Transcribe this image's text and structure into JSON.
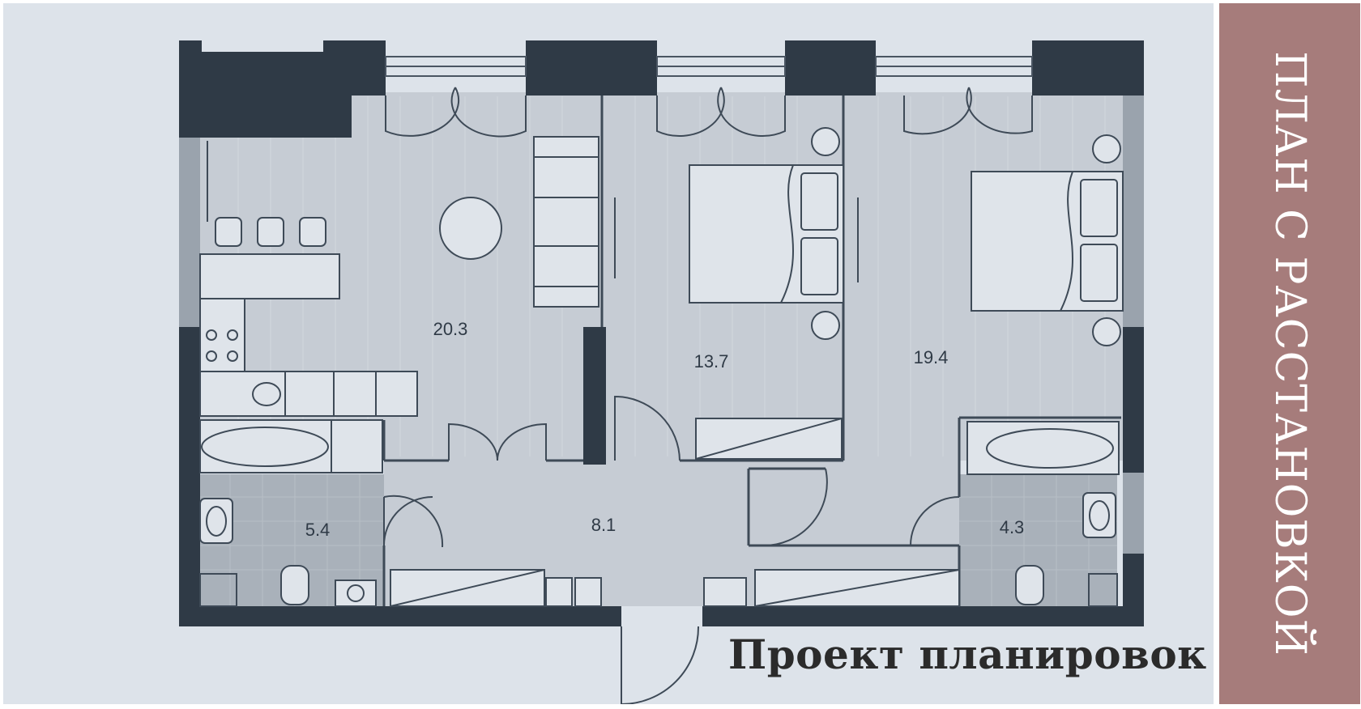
{
  "plan": {
    "caption": "Проект планировок",
    "areas": {
      "living_kitchen": "20.3",
      "bedroom_1": "13.7",
      "bedroom_2": "19.4",
      "bathroom_1": "5.4",
      "hallway": "8.1",
      "bathroom_2": "4.3"
    }
  },
  "banner": {
    "title": "ПЛАН С РАССТАНОВКОЙ"
  },
  "colors": {
    "panel_bg": "#dde3ea",
    "floor": "#c6ccd4",
    "wall": "#2f3a46",
    "tile": "#a9b1ba",
    "fixture": "#dfe4ea",
    "line": "#3e4a57",
    "banner_bg": "#a67c7b",
    "banner_text": "#ffffff",
    "caption_text": "#2b2b2b"
  }
}
